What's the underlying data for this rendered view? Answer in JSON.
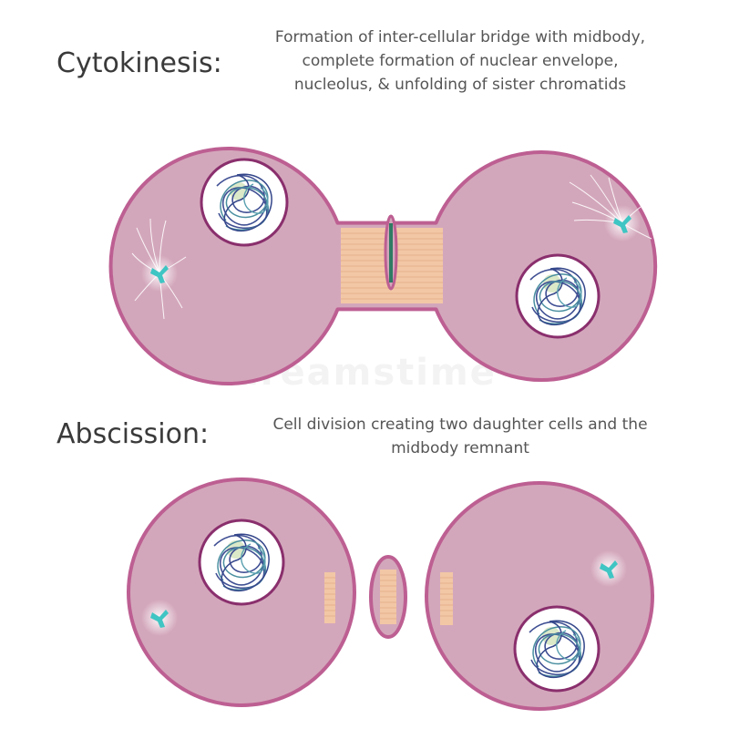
{
  "cytokinesis": {
    "title": "Cytokinesis:",
    "description": [
      "Formation of inter-cellular bridge with midbody,",
      "complete formation of nuclear envelope,",
      "nucleolus, & unfolding of sister chromatids"
    ]
  },
  "abscission": {
    "title": "Abscission:",
    "description": [
      "Cell division creating two daughter cells and the",
      "midbody remnant"
    ]
  },
  "watermark": "dreamstime",
  "colors": {
    "cell_fill": "#d3a7bb",
    "cell_outline": "#bd5f92",
    "nucleus_fill": "#ffffff",
    "nucleus_outline": "#8a2f6d",
    "nucleolus": "#dbe9c8",
    "chromatin_blue": "#3f4f93",
    "chromatin_teal": "#4a8fa0",
    "bridge": "#f2c7a6",
    "midbody_ring": "#2f7a63",
    "centrosome": "#3fc5c3"
  }
}
